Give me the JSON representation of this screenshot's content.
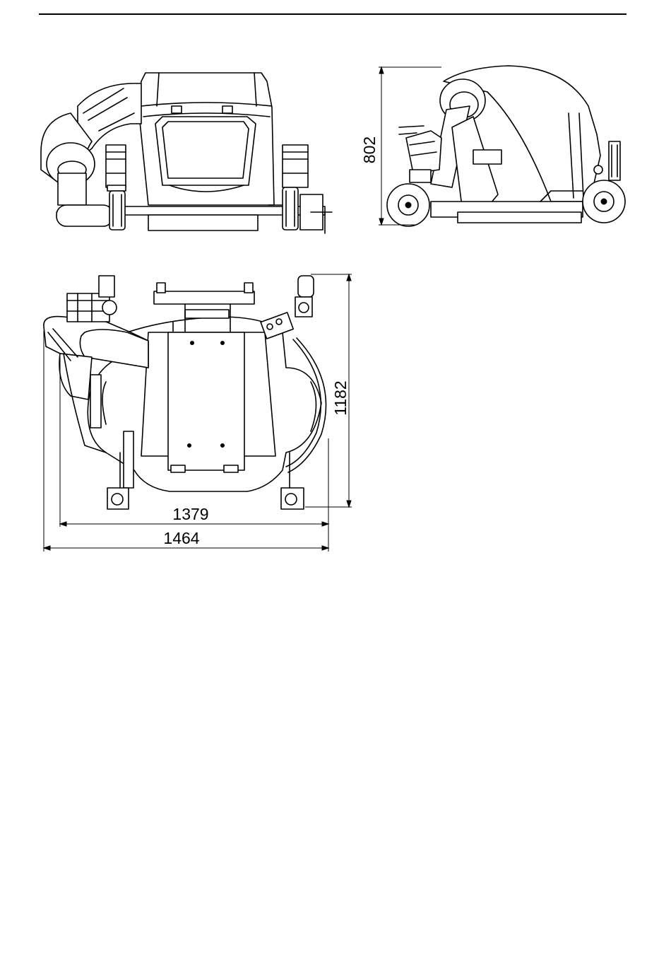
{
  "dimensions": {
    "side_height": "802",
    "top_depth": "1182",
    "inner_width": "1379",
    "outer_width": "1464"
  }
}
